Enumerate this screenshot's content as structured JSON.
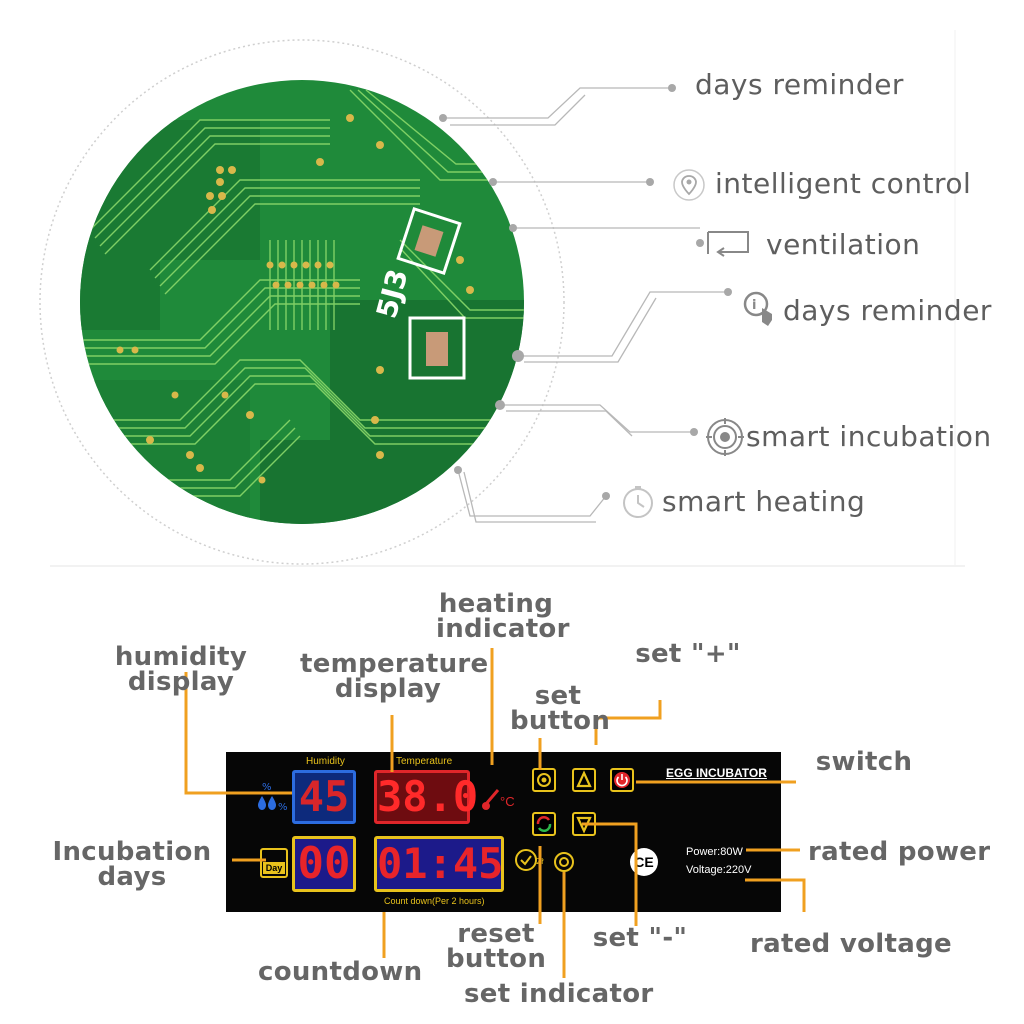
{
  "features": {
    "f1": "days reminder",
    "f2": "intelligent control",
    "f3": "ventilation",
    "f4": "days reminder",
    "f5": "smart incubation",
    "f6": "smart heating"
  },
  "callouts": {
    "heating_indicator_1": "heating",
    "heating_indicator_2": "indicator",
    "humidity_display_1": "humidity",
    "humidity_display_2": "display",
    "temperature_display_1": "temperature",
    "temperature_display_2": "display",
    "set_button_1": "set",
    "set_button_2": "button",
    "set_plus": "set \"+\"",
    "switch": "switch",
    "incubation_days_1": "Incubation",
    "incubation_days_2": "days",
    "rated_power": "rated power",
    "rated_voltage": "rated voltage",
    "reset_button_1": "reset",
    "reset_button_2": "button",
    "set_minus": "set \"-\"",
    "countdown": "countdown",
    "set_indicator": "set indicator"
  },
  "panel": {
    "humidity_label": "Humidity",
    "temperature_label": "Temperature",
    "humidity_value": "45",
    "temperature_value": "38.0",
    "days_value": "00",
    "countdown_value": "01:45",
    "countdown_label": "Count down(Per 2 hours)",
    "day_icon_label": "Day",
    "brand": "EGG INCUBATOR",
    "power": "Power:80W",
    "voltage": "Voltage:220V",
    "ce_mark": "CE",
    "temp_unit": "°C"
  },
  "pcb": {
    "silkscreen": "5J3"
  },
  "colors": {
    "pcb_green": "#1f8a3a",
    "callout_line": "#f0a020",
    "lcd_red": "#e8242a",
    "lcd_yellow": "#e8c21c",
    "lcd_blue": "#2c6ce0"
  }
}
